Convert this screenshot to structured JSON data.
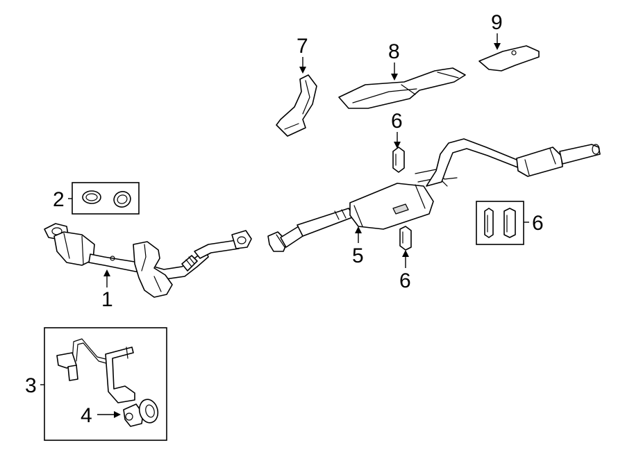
{
  "callouts": {
    "c1": "1",
    "c2": "2",
    "c3": "3",
    "c4": "4",
    "c5": "5",
    "c6a": "6",
    "c6b": "6",
    "c6c": "6",
    "c7": "7",
    "c8": "8",
    "c9": "9"
  }
}
